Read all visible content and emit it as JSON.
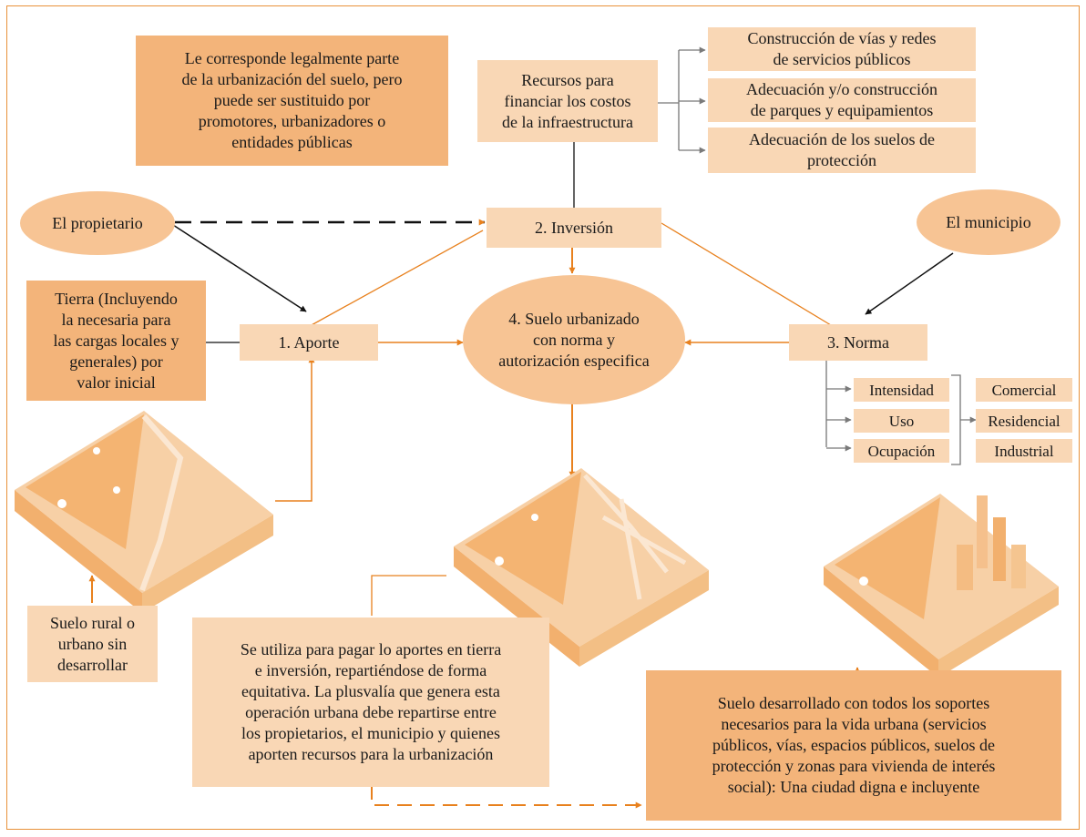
{
  "boxes": {
    "legal_note": "Le corresponde legalmente parte\nde la urbanización del suelo, pero\npuede ser sustituido por\npromotores, urbanizadores o\nentidades públicas",
    "resources": "Recursos para\nfinanciar los costos\nde la infraestructura",
    "land_input": "Tierra (Incluyendo\nla necesaria para\nlas cargas locales y\ngenerales) por\nvalor inicial",
    "rural_land": "Suelo rural o\nurbano sin\ndesarrollar",
    "distribution_note": "Se utiliza para pagar lo aportes en tierra\ne inversión, repartiéndose de forma\nequitativa. La plusvalía que genera esta\noperación urbana debe repartirse entre\nlos propietarios, el municipio y quienes\naporten recursos para la urbanización",
    "developed_land": "Suelo desarrollado con todos los soportes\nnecesarios para la vida urbana (servicios\npúblicos, vías, espacios públicos, suelos de\nprotección y zonas para vivienda de interés\nsocial): Una ciudad digna e incluyente"
  },
  "infrastructure_items": [
    "Construcción de vías y redes\nde servicios públicos",
    "Adecuación y/o construcción\nde parques y equipamientos",
    "Adecuación de los suelos de\nprotección"
  ],
  "actors": {
    "owner": "El propietario",
    "municipality": "El municipio"
  },
  "steps": {
    "contribution": "1. Aporte",
    "investment": "2. Inversión",
    "norm": "3. Norma",
    "urbanized_land": "4. Suelo urbanizado\ncon norma y\nautorización especifica"
  },
  "norm_components": [
    "Intensidad",
    "Uso",
    "Ocupación"
  ],
  "use_types": [
    "Comercial",
    "Residencial",
    "Industrial"
  ],
  "colors": {
    "accent": "#e8811e",
    "box_light": "#f9d7b5",
    "box_dark": "#f3b47a",
    "ellipse": "#f7c494",
    "border": "#e8913a"
  }
}
